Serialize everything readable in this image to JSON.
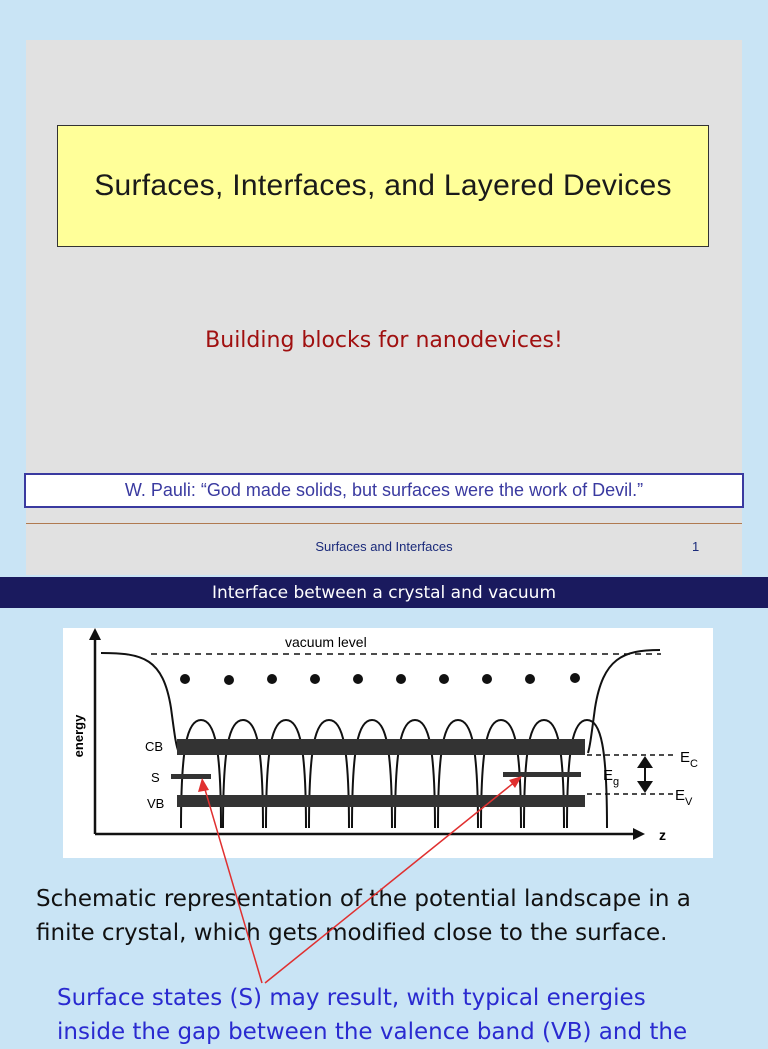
{
  "slide1": {
    "title": "Surfaces, Interfaces, and Layered Devices",
    "subtitle": "Building blocks for nanodevices!",
    "quote": "W. Pauli: “God made solids, but surfaces were the work of Devil.”",
    "footer": "Surfaces and  Interfaces",
    "page_number": "1"
  },
  "slide2": {
    "header": "Interface between a crystal and vacuum",
    "figure": {
      "vacuum_label": "vacuum level",
      "energy_label": "energy",
      "cb_label": "CB",
      "s_label": "S",
      "vb_label": "VB",
      "ec_label": "E",
      "ec_sub": "C",
      "eg_label": "E",
      "eg_sub": "g",
      "ev_label": "E",
      "ev_sub": "V",
      "z_label": "z"
    },
    "caption": "Schematic representation of the potential landscape in a finite crystal, which gets modified close to the surface.",
    "surface_states": "Surface states (S) may result, with typical energies",
    "surface_states_cont": "inside the gap between the valence band (VB) and the"
  },
  "colors": {
    "background": "#c9e4f5",
    "slide_bg": "#e1e1e1",
    "title_bg": "#ffff99",
    "subtitle": "#a01010",
    "quote_border": "#3a3aa0",
    "header_bg": "#1a1a5e",
    "surface_text": "#2a2ad0",
    "arrow": "#e03030"
  }
}
